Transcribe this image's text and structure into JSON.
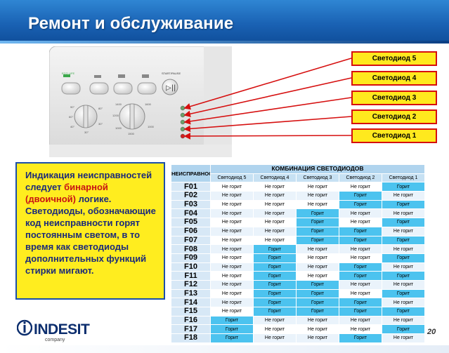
{
  "title": "Ремонт и обслуживание",
  "panel": {
    "eco_label": "ECO LIFE",
    "start_label": "START/PAUSE",
    "temp_ticks": [
      "90°",
      "60°",
      "40°",
      "30°",
      "80°",
      "30°"
    ],
    "spin_ticks": [
      "1400",
      "1200",
      "1000",
      "1600",
      "1000",
      "1500"
    ]
  },
  "leds": [
    "Светодиод 5",
    "Светодиод 4",
    "Светодиод 3",
    "Светодиод 2",
    "Светодиод 1"
  ],
  "note": {
    "p1": "Индикация неисправностей следует",
    "highlight": "бинарной (двоичной)",
    "p2": "логике. Светодиоды, обозначающие код неисправности горят постоянным светом, в то время как светодиоды дополнительных функций стирки мигают."
  },
  "table": {
    "fault_header": "НЕИСПРАВНОСТЬ",
    "group_header": "КОМБИНАЦИЯ СВЕТОДИОДОВ",
    "columns": [
      "Светодиод 5",
      "Светодиод 4",
      "Светодиод 3",
      "Светодиод 2",
      "Светодиод 1"
    ],
    "on_text": "Горит",
    "off_text": "Не горит",
    "rows": [
      {
        "code": "F01",
        "bits": [
          0,
          0,
          0,
          0,
          1
        ]
      },
      {
        "code": "F02",
        "bits": [
          0,
          0,
          0,
          1,
          0
        ]
      },
      {
        "code": "F03",
        "bits": [
          0,
          0,
          0,
          1,
          1
        ]
      },
      {
        "code": "F04",
        "bits": [
          0,
          0,
          1,
          0,
          0
        ]
      },
      {
        "code": "F05",
        "bits": [
          0,
          0,
          1,
          0,
          1
        ]
      },
      {
        "code": "F06",
        "bits": [
          0,
          0,
          1,
          1,
          0
        ]
      },
      {
        "code": "F07",
        "bits": [
          0,
          0,
          1,
          1,
          1
        ]
      },
      {
        "code": "F08",
        "bits": [
          0,
          1,
          0,
          0,
          0
        ]
      },
      {
        "code": "F09",
        "bits": [
          0,
          1,
          0,
          0,
          1
        ]
      },
      {
        "code": "F10",
        "bits": [
          0,
          1,
          0,
          1,
          0
        ]
      },
      {
        "code": "F11",
        "bits": [
          0,
          1,
          0,
          1,
          1
        ]
      },
      {
        "code": "F12",
        "bits": [
          0,
          1,
          1,
          0,
          0
        ]
      },
      {
        "code": "F13",
        "bits": [
          0,
          1,
          1,
          0,
          1
        ]
      },
      {
        "code": "F14",
        "bits": [
          0,
          1,
          1,
          1,
          0
        ]
      },
      {
        "code": "F15",
        "bits": [
          0,
          1,
          1,
          1,
          1
        ]
      },
      {
        "code": "F16",
        "bits": [
          1,
          0,
          0,
          0,
          0
        ]
      },
      {
        "code": "F17",
        "bits": [
          1,
          0,
          0,
          0,
          1
        ]
      },
      {
        "code": "F18",
        "bits": [
          1,
          0,
          0,
          1,
          0
        ]
      }
    ]
  },
  "logo": {
    "brand": "INDESIT",
    "sub": "company"
  },
  "page_number": "20",
  "colors": {
    "header_blue": "#1a62b4",
    "label_yellow": "#ffe91e",
    "arrow_red": "#d60f0f",
    "on_cell": "#4cc3ef",
    "note_text": "#1b2a7a"
  }
}
